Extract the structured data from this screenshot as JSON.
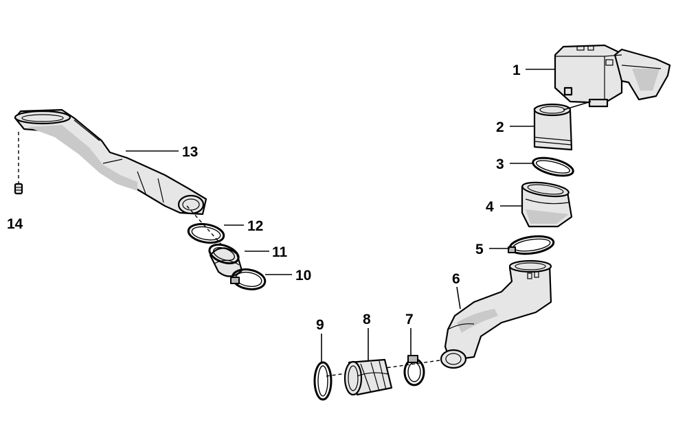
{
  "callouts": [
    {
      "id": "1",
      "label": "1"
    },
    {
      "id": "2",
      "label": "2"
    },
    {
      "id": "3",
      "label": "3"
    },
    {
      "id": "4",
      "label": "4"
    },
    {
      "id": "5",
      "label": "5"
    },
    {
      "id": "6",
      "label": "6"
    },
    {
      "id": "7",
      "label": "7"
    },
    {
      "id": "8",
      "label": "8"
    },
    {
      "id": "9",
      "label": "9"
    },
    {
      "id": "10",
      "label": "10"
    },
    {
      "id": "11",
      "label": "11"
    },
    {
      "id": "12",
      "label": "12"
    },
    {
      "id": "13",
      "label": "13"
    },
    {
      "id": "14",
      "label": "14"
    }
  ],
  "colors": {
    "line": "#000000",
    "part_fill": "#e6e6e6",
    "part_shade": "#c9c9c9",
    "background": "#ffffff"
  }
}
